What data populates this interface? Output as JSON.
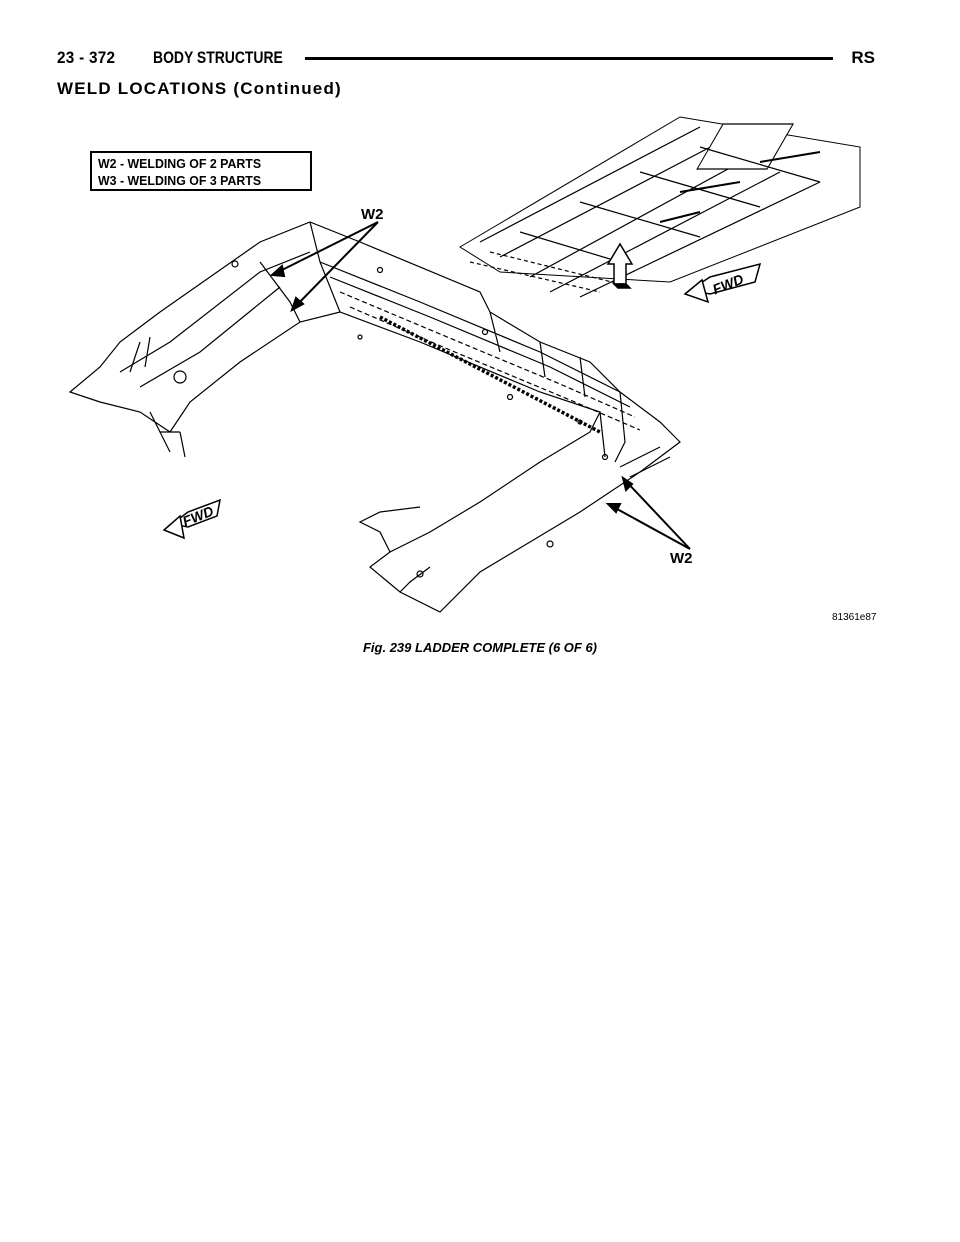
{
  "header": {
    "page_number": "23 - 372",
    "section": "BODY STRUCTURE",
    "model_code": "RS"
  },
  "subheading": "WELD LOCATIONS (Continued)",
  "figure": {
    "legend": [
      "W2 - WELDING OF 2 PARTS",
      "W3 - WELDING OF 3 PARTS"
    ],
    "callout_top": "W2",
    "callout_bottom": "W2",
    "fwd_label_small": "FWD",
    "fwd_label_large": "FWD",
    "part_number": "81361e87",
    "caption": "Fig. 239 LADDER COMPLETE (6 OF 6)"
  }
}
